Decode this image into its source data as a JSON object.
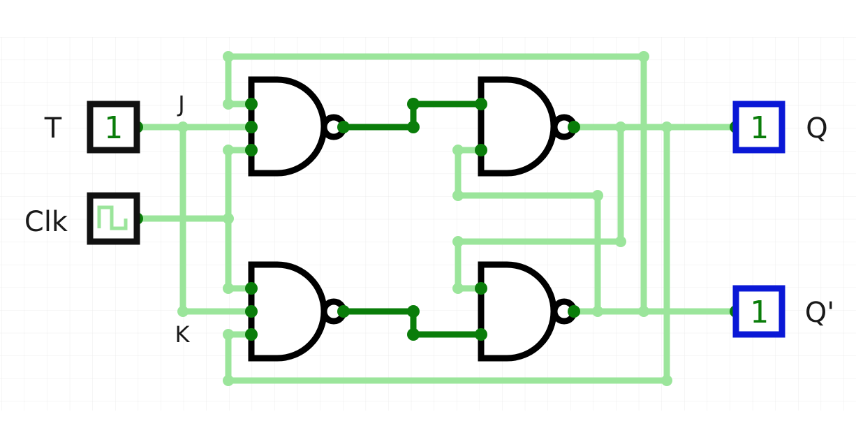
{
  "inputs": {
    "t": {
      "label": "T",
      "value": "1"
    },
    "clk": {
      "label": "Clk"
    }
  },
  "outputs": {
    "q": {
      "label": "Q",
      "value": "1"
    },
    "qbar": {
      "label": "Q'",
      "value": "1"
    }
  },
  "wire_labels": {
    "j": "J",
    "k": "K"
  },
  "colors": {
    "wire_low": "#9be59b",
    "wire_high": "#0a7d0a",
    "gate_outline": "#000000",
    "output_border": "#0a18d6",
    "grid": "#ececec"
  },
  "gates": [
    "nand",
    "nand",
    "nand",
    "nand"
  ]
}
